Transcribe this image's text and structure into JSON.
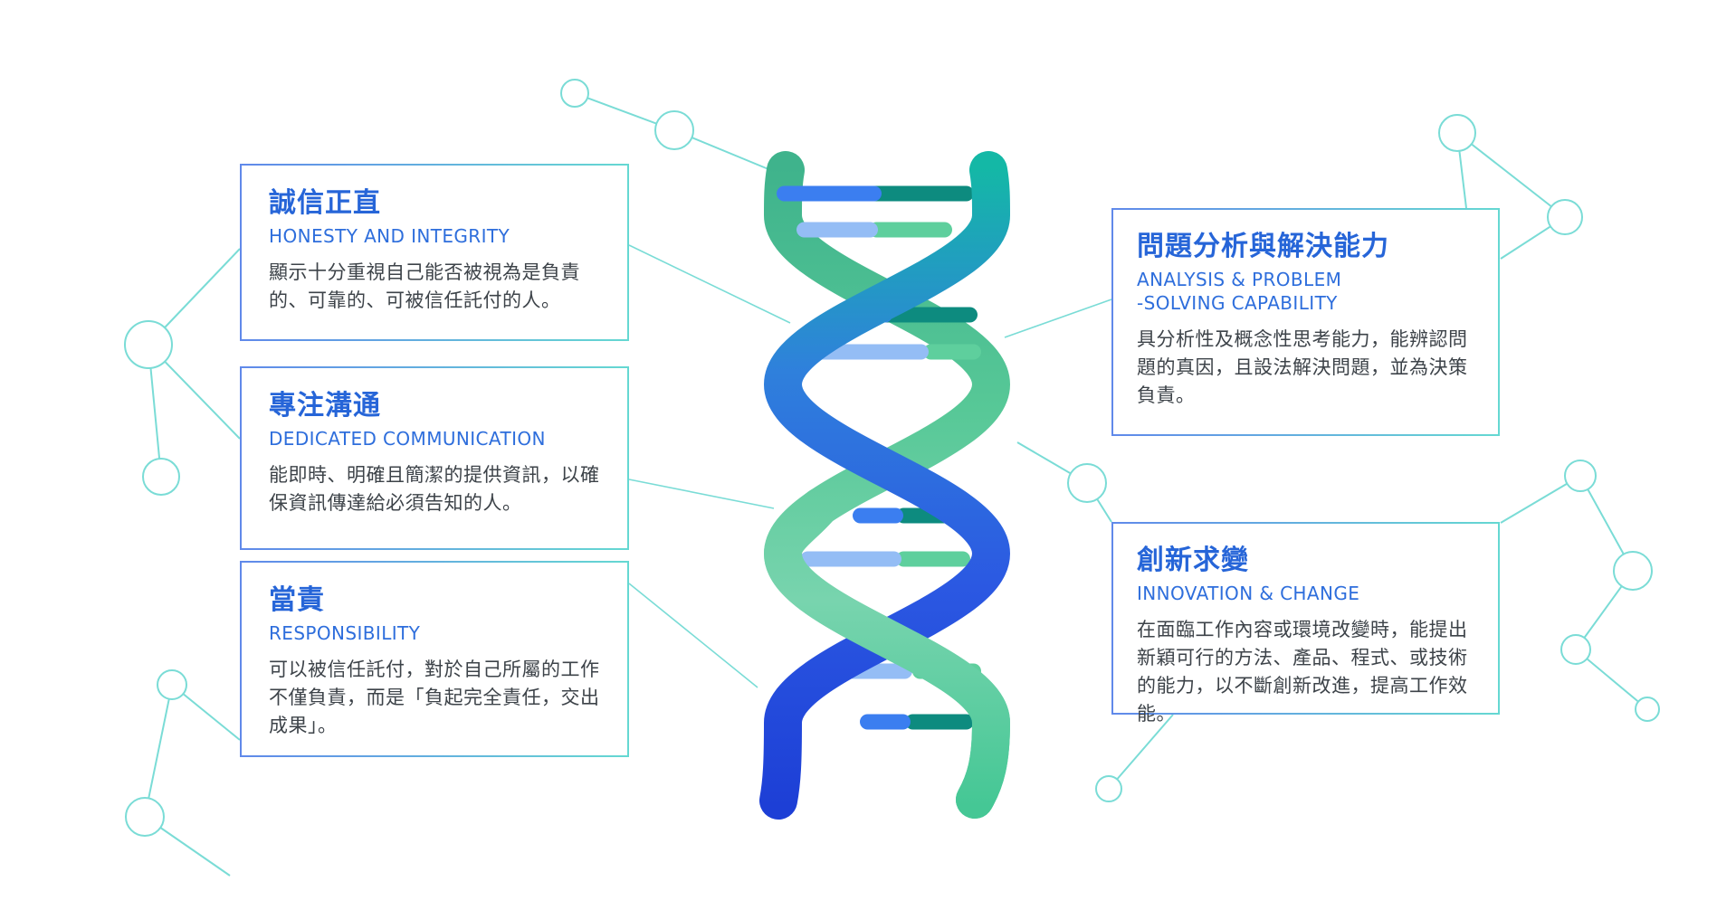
{
  "cards": {
    "honesty": {
      "title_zh": "誠信正直",
      "title_en": "HONESTY AND INTEGRITY",
      "description": "顯示十分重視自己能否被視為是負責的、可靠的、可被信任託付的人。"
    },
    "communication": {
      "title_zh": "專注溝通",
      "title_en": "DEDICATED COMMUNICATION",
      "description": "能即時、明確且簡潔的提供資訊，以確保資訊傳達給必須告知的人。"
    },
    "responsibility": {
      "title_zh": "當責",
      "title_en": "RESPONSIBILITY",
      "description": "可以被信任託付，對於自己所屬的工作不僅負責，而是「負起完全責任，交出成果」。"
    },
    "analysis": {
      "title_zh": "問題分析與解決能力",
      "title_en_line1": "ANALYSIS & PROBLEM",
      "title_en_line2": "-SOLVING CAPABILITY",
      "description": "具分析性及概念性思考能力，能辨認問題的真因，且設法解決問題，並為決策負責。"
    },
    "innovation": {
      "title_zh": "創新求變",
      "title_en": "INNOVATION & CHANGE",
      "description": "在面臨工作內容或環境改變時，能提出新穎可行的方法、產品、程式、或技術的能力，以不斷創新改進，提高工作效能。"
    }
  },
  "colors": {
    "accent_blue_title": "#2665d8",
    "accent_blue_subtitle": "#2e6edc",
    "body_text": "#3d4349",
    "card_border_gradient_start": "#6089ea",
    "card_border_gradient_end": "#65d8d2",
    "decoration_line": "#7adcd6",
    "dna_blue_gradient_top": "#14b8a6",
    "dna_blue_gradient_bottom": "#1d3fd6",
    "dna_green": "#4ec695",
    "rung_blue": "#3b7ef0",
    "rung_dark_teal": "#0d8b7f",
    "rung_light_blue": "#94bdf5",
    "rung_light_green": "#5ecf9d"
  }
}
